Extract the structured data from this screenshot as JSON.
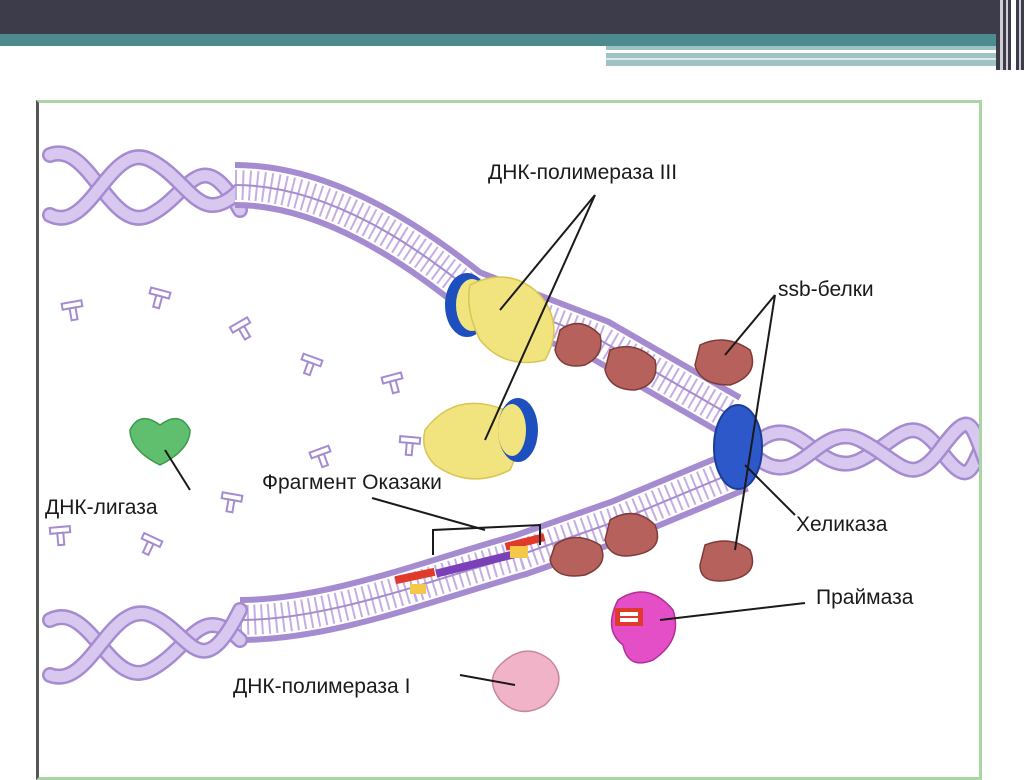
{
  "labels": {
    "pol3": "ДНК-полимераза III",
    "ssb": "ssb-белки",
    "ligase": "ДНК-лигаза",
    "okazaki": "Фрагмент Оказаки",
    "helicase": "Хеликаза",
    "primase": "Праймаза",
    "pol1": "ДНК-полимераза I"
  },
  "colors": {
    "dna": "#c9b2e6",
    "dna_edge": "#a58bd0",
    "pol3": "#f1e37e",
    "clamp_blue": "#1d4fbf",
    "ssb": "#b6615c",
    "helicase": "#2c58c9",
    "ligase": "#5fbf6e",
    "primase": "#e44fc7",
    "pol1": "#f0b3c8",
    "primer_red": "#e23a2a",
    "okazaki_purple": "#7b3fb8"
  }
}
